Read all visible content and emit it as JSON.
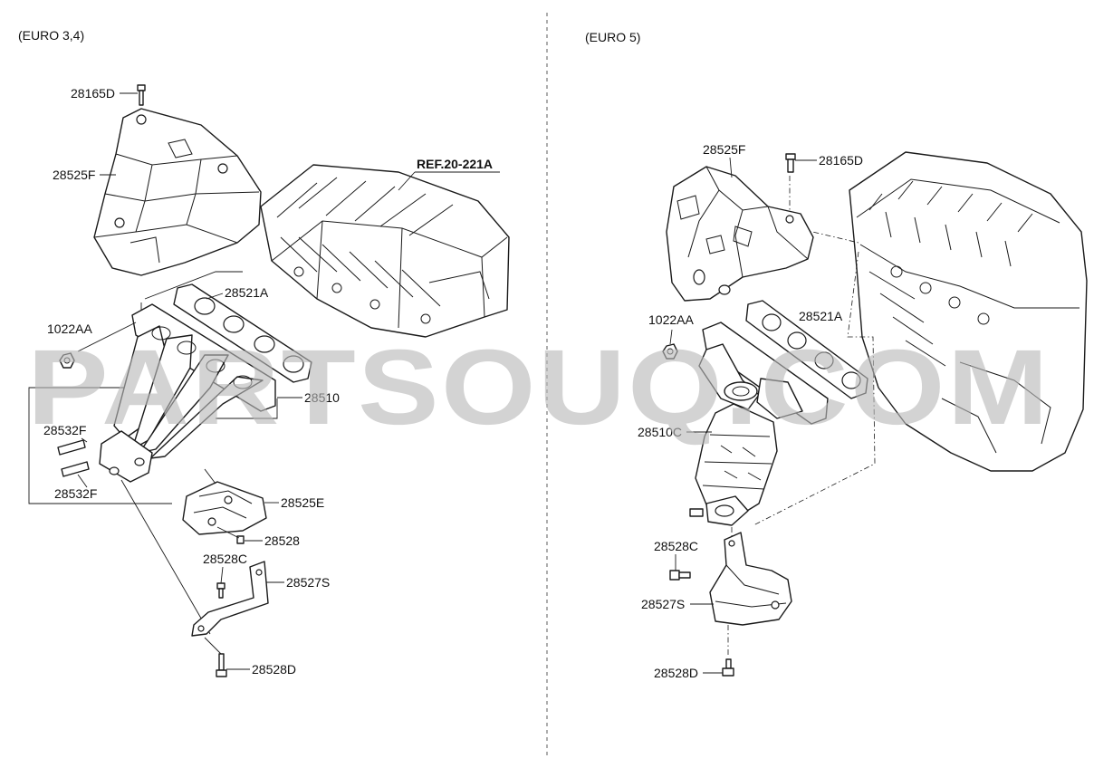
{
  "sections": [
    {
      "id": "euro34",
      "title": "(EURO 3,4)"
    },
    {
      "id": "euro5",
      "title": "(EURO 5)"
    }
  ],
  "reference": "REF.20-221A",
  "watermark": "PARTSOUQ.COM",
  "left_labels": {
    "shield_bolt": "28165D",
    "heat_shield": "28525F",
    "gasket": "28521A",
    "nut": "1022AA",
    "manifold": "28510",
    "stud_upper": "28532F",
    "stud_lower": "28532F",
    "lower_shield": "28525E",
    "lower_shield_bolt": "28528",
    "bracket_bolt": "28528C",
    "bracket": "28527S",
    "bracket_bolt_lower": "28528D"
  },
  "right_labels": {
    "heat_shield": "28525F",
    "shield_bolt": "28165D",
    "nut": "1022AA",
    "gasket": "28521A",
    "catalytic_manifold": "28510C",
    "bracket_bolt": "28528C",
    "bracket": "28527S",
    "bracket_bolt_lower": "28528D"
  }
}
